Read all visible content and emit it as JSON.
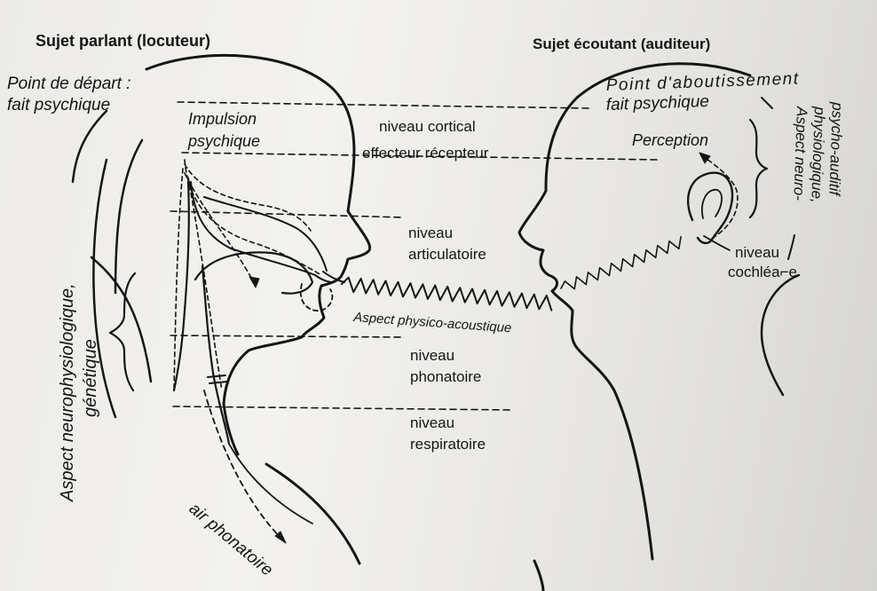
{
  "speaker": {
    "title": "Sujet parlant (locuteur)",
    "start_line1": "Point de départ :",
    "start_line2": "fait psychique",
    "impulse_line1": "Impulsion",
    "impulse_line2": "psychique",
    "aspect_line1": "Aspect neurophysiologique,",
    "aspect_line2": "génétique"
  },
  "listener": {
    "title": "Sujet écoutant (auditeur)",
    "end_line1": "Point d'aboutissement",
    "end_line2": "fait psychique",
    "perception": "Perception",
    "aspect_line1": "Aspect neuro-",
    "aspect_line2": "physiologique,",
    "aspect_line3": "psycho-auditif"
  },
  "levels": {
    "cortical": "niveau cortical",
    "effector_receptor": "effecteur récepteur",
    "articulatory_line1": "niveau",
    "articulatory_line2": "articulatoire",
    "phonatory_line1": "niveau",
    "phonatory_line2": "phonatoire",
    "respiratory_line1": "niveau",
    "respiratory_line2": "respiratoire",
    "cochlear_line1": "niveau",
    "cochlear_line2": "cochléa⌐e"
  },
  "acoustic": "Aspect physico-acoustique",
  "airflow": "air phonatoire",
  "colors": {
    "ink": "#151515",
    "paper": "#eeede9"
  }
}
